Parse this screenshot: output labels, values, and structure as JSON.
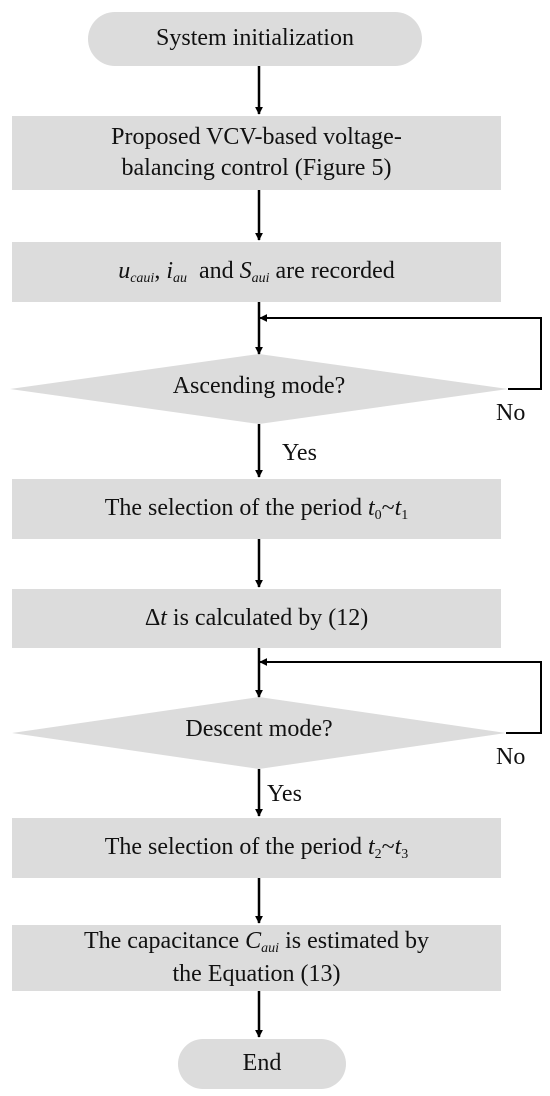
{
  "nodes": {
    "start": "System initialization",
    "step1_line1": "Proposed VCV-based voltage-",
    "step1_line2": "balancing control  (Figure 5)",
    "step2": {
      "u": "u",
      "u_sub": "caui",
      "sep1": ", ",
      "i": "i",
      "i_sub": "au",
      "sep2": "  and ",
      "s": "S",
      "s_sub": "aui",
      "tail": " are recorded"
    },
    "decision1": "Ascending mode?",
    "step3": {
      "text": "The selection of the period ",
      "t0": "t",
      "t0_sub": "0",
      "tilde": "~",
      "t1": "t",
      "t1_sub": "1"
    },
    "step4": {
      "delta": "Δ",
      "t": "t",
      "tail": " is calculated by (12)"
    },
    "decision2": "Descent mode?",
    "step5": {
      "text": "The selection of the period ",
      "t2": "t",
      "t2_sub": "2",
      "tilde": "~",
      "t3": "t",
      "t3_sub": "3"
    },
    "step6_line1": {
      "text": "The capacitance ",
      "c": "C",
      "c_sub": "aui",
      "tail": " is estimated by"
    },
    "step6_line2": "the Equation (13)",
    "end": "End"
  },
  "labels": {
    "yes1": "Yes",
    "no1": "No",
    "yes2": "Yes",
    "no2": "No"
  },
  "colors": {
    "box_fill": "#dcdcdc",
    "line": "#000000"
  }
}
